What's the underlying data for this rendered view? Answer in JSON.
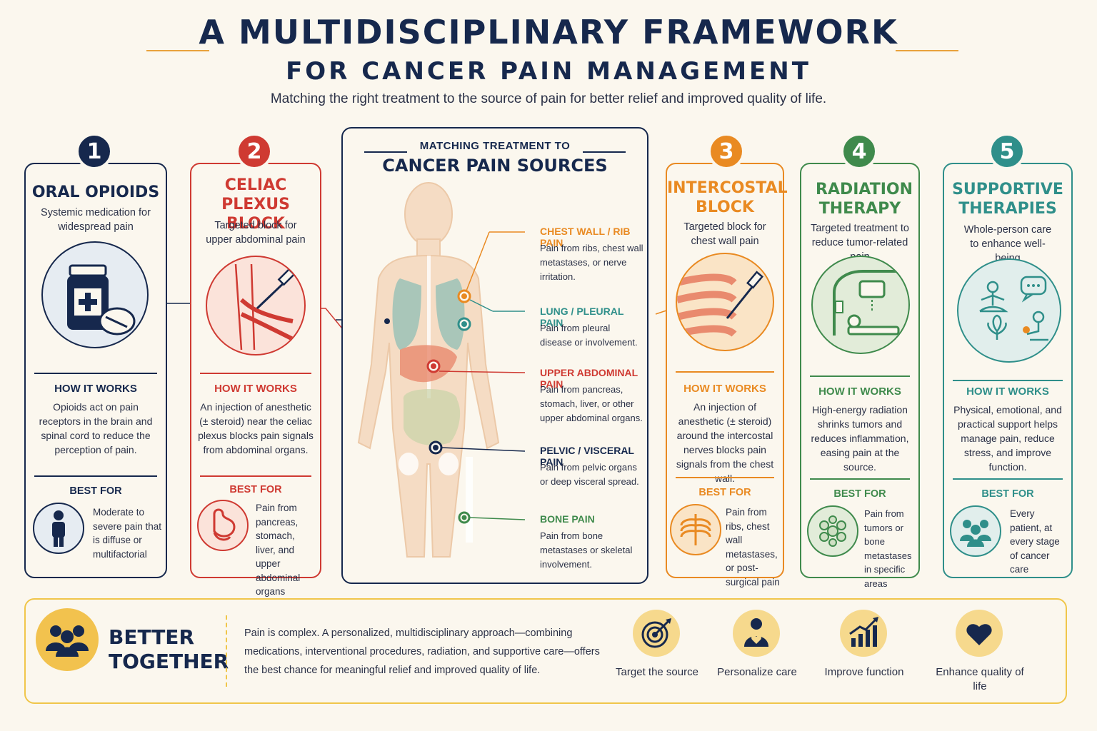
{
  "header": {
    "title_line1": "A MULTIDISCIPLINARY FRAMEWORK",
    "title_line2": "FOR CANCER PAIN MANAGEMENT",
    "subtitle": "Matching the right treatment to the source of pain for better relief and improved quality of life."
  },
  "cards": [
    {
      "number": "1",
      "title": "ORAL OPIOIDS",
      "desc": "Systemic medication for widespread pain",
      "how_label": "HOW IT WORKS",
      "how_text": "Opioids act on pain receptors in the brain and spinal cord to reduce the perception of pain.",
      "best_label": "BEST FOR",
      "best_text": "Moderate to severe pain that is diffuse or multifactorial",
      "color": "#16284d"
    },
    {
      "number": "2",
      "title": "CELIAC PLEXUS BLOCK",
      "desc": "Targeted block for upper abdominal pain",
      "how_label": "HOW IT WORKS",
      "how_text": "An injection of anesthetic (± steroid) near the celiac plexus blocks pain signals from abdominal organs.",
      "best_label": "BEST FOR",
      "best_text": "Pain from pancreas, stomach, liver, and upper abdominal organs",
      "color": "#cf3a32"
    },
    {
      "number": "3",
      "title": "INTERCOSTAL BLOCK",
      "desc": "Targeted block for chest wall pain",
      "how_label": "HOW IT WORKS",
      "how_text": "An injection of anesthetic (± steroid) around the intercostal nerves blocks pain signals from the chest wall.",
      "best_label": "BEST FOR",
      "best_text": "Pain from ribs, chest wall metastases, or post-surgical pain",
      "color": "#e98a22"
    },
    {
      "number": "4",
      "title": "RADIATION THERAPY",
      "desc": "Targeted treatment to reduce tumor-related pain",
      "how_label": "HOW IT WORKS",
      "how_text": "High-energy radiation shrinks tumors and reduces inflammation, easing pain at the source.",
      "best_label": "BEST FOR",
      "best_text": "Pain from tumors or bone metastases in specific areas",
      "color": "#3f8a4c"
    },
    {
      "number": "5",
      "title": "SUPPORTIVE THERAPIES",
      "desc": "Whole-person care to enhance well-being",
      "how_label": "HOW IT WORKS",
      "how_text": "Physical, emotional, and practical support helps manage pain, reduce stress, and improve function.",
      "best_label": "BEST FOR",
      "best_text": "Every patient, at every stage of cancer care",
      "color": "#2f8f8a"
    }
  ],
  "center": {
    "title_small": "MATCHING TREATMENT TO",
    "title_large": "CANCER PAIN SOURCES",
    "sources": [
      {
        "title": "CHEST WALL / RIB PAIN",
        "desc": "Pain from ribs, chest wall metastases, or nerve irritation.",
        "color": "#e98a22"
      },
      {
        "title": "LUNG / PLEURAL PAIN",
        "desc": "Pain from pleural disease or involvement.",
        "color": "#2f8f8a"
      },
      {
        "title": "UPPER ABDOMINAL PAIN",
        "desc": "Pain from pancreas, stomach, liver, or other upper abdominal organs.",
        "color": "#cf3a32"
      },
      {
        "title": "PELVIC / VISCERAL PAIN",
        "desc": "Pain from pelvic organs or deep visceral spread.",
        "color": "#16284d"
      },
      {
        "title": "BONE PAIN",
        "desc": "Pain from bone metastases or skeletal involvement.",
        "color": "#3f8a4c"
      }
    ]
  },
  "footer": {
    "title": "BETTER TOGETHER",
    "text": "Pain is complex. A personalized, multidisciplinary approach—combining medications, interventional procedures, radiation, and supportive care—offers the best chance for meaningful relief and improved quality of life.",
    "benefits": [
      {
        "label": "Target the source",
        "icon": "target-icon"
      },
      {
        "label": "Personalize care",
        "icon": "person-heart-icon"
      },
      {
        "label": "Improve function",
        "icon": "chart-up-icon"
      },
      {
        "label": "Enhance quality of life",
        "icon": "heart-icon"
      }
    ]
  }
}
